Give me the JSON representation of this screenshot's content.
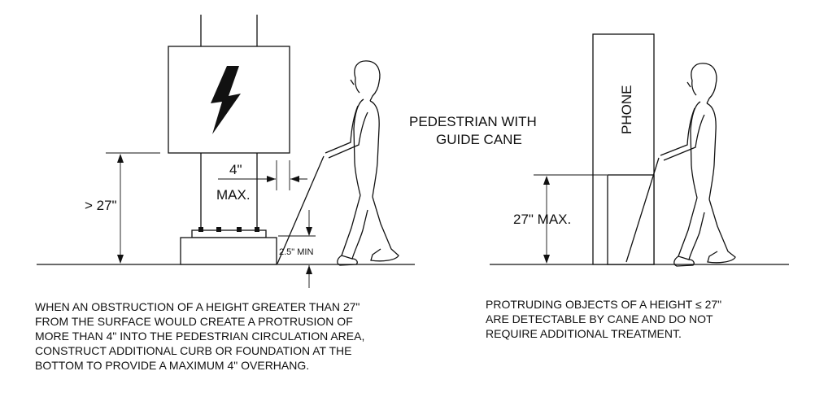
{
  "left_panel": {
    "dim_height": "> 27\"",
    "dim_overhang_value": "4\"",
    "dim_overhang_unit": "MAX.",
    "dim_cane_min": "2.5\" MIN",
    "caption_lines": [
      "WHEN AN OBSTRUCTION OF A HEIGHT GREATER THAN 27\"",
      "FROM THE SURFACE WOULD CREATE A PROTRUSION OF",
      "MORE THAN 4\" INTO THE PEDESTRIAN CIRCULATION AREA,",
      "CONSTRUCT ADDITIONAL CURB OR FOUNDATION AT THE",
      "BOTTOM TO PROVIDE A MAXIMUM 4\" OVERHANG."
    ]
  },
  "center_label": {
    "lines": [
      "PEDESTRIAN WITH",
      "GUIDE CANE"
    ]
  },
  "right_panel": {
    "phone_label": "PHONE",
    "dim_height": "27\" MAX.",
    "caption_lines": [
      "PROTRUDING OBJECTS OF A HEIGHT ≤ 27\"",
      "ARE DETECTABLE BY CANE AND DO NOT",
      "REQUIRE ADDITIONAL TREATMENT."
    ]
  },
  "icons": {
    "electrical_symbol": "lightning-bolt-icon"
  },
  "colors": {
    "line": "#111111",
    "background": "#ffffff"
  }
}
